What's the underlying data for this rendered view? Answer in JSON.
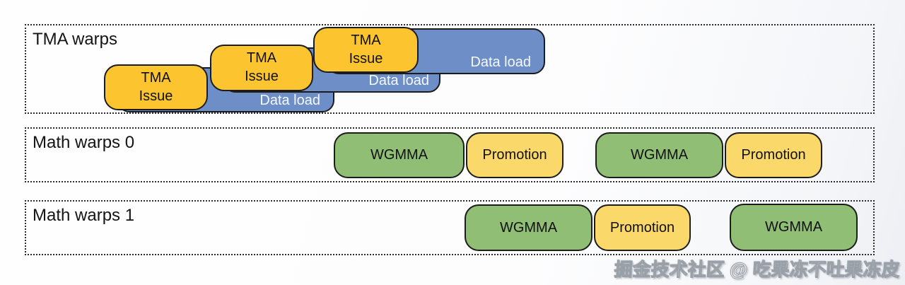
{
  "diagram": {
    "rows": [
      {
        "id": "tma",
        "label": "TMA warps"
      },
      {
        "id": "math0",
        "label": "Math warps 0"
      },
      {
        "id": "math1",
        "label": "Math warps 1"
      }
    ],
    "labels": {
      "tma_issue_line1": "TMA",
      "tma_issue_line2": "Issue",
      "data_load": "Data load",
      "wgmma": "WGMMA",
      "promotion": "Promotion"
    },
    "colors": {
      "tma_issue_fill": "#FCC530",
      "promotion_fill": "#FAD86A",
      "data_load_fill": "#6E8EC8",
      "wgmma_fill": "#8FBE74",
      "box_border": "#1c1c1c",
      "row_border": "#2b2b2b"
    }
  },
  "watermark": {
    "text": "掘金技术社区 @ 吃果冻不吐果冻皮"
  }
}
